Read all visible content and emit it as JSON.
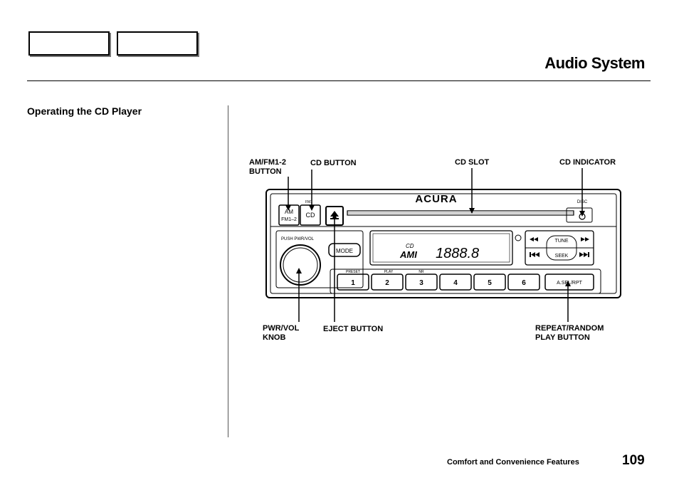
{
  "header": {
    "title": "Audio System"
  },
  "section": {
    "title": "Operating the CD Player"
  },
  "diagram": {
    "labels": {
      "am_fm_button": [
        "AM/FM1-2",
        "BUTTON"
      ],
      "cd_button": "CD BUTTON",
      "cd_slot": "CD SLOT",
      "cd_indicator": "CD INDICATOR",
      "pwr_vol_knob": [
        "PWR/VOL",
        "KNOB"
      ],
      "eject_button": "EJECT BUTTON",
      "repeat_random": [
        "REPEAT/RANDOM",
        "PLAY BUTTON"
      ]
    },
    "radio": {
      "brand": "ACURA",
      "am_key": [
        "AM",
        "FM1–2"
      ],
      "cd_key": "CD",
      "pwr_vol_caption": "PUSH PWR/VOL",
      "mode_key": "MODE",
      "display_cd": "CD",
      "display_am": "AMI",
      "display_digits": "1888.8",
      "tune_label": "TUNE",
      "seek_label": "SEEK",
      "preset_keys": [
        "1",
        "2",
        "3",
        "4",
        "5",
        "6"
      ],
      "small_caps": [
        "PRESET",
        "PLAY",
        "NR"
      ],
      "asel_key": "A.SEL/RPT",
      "disc_label": "DISC",
      "fm1_label": "FM1"
    }
  },
  "footer": {
    "section_name": "Comfort and Convenience Features",
    "page_number": "109"
  }
}
